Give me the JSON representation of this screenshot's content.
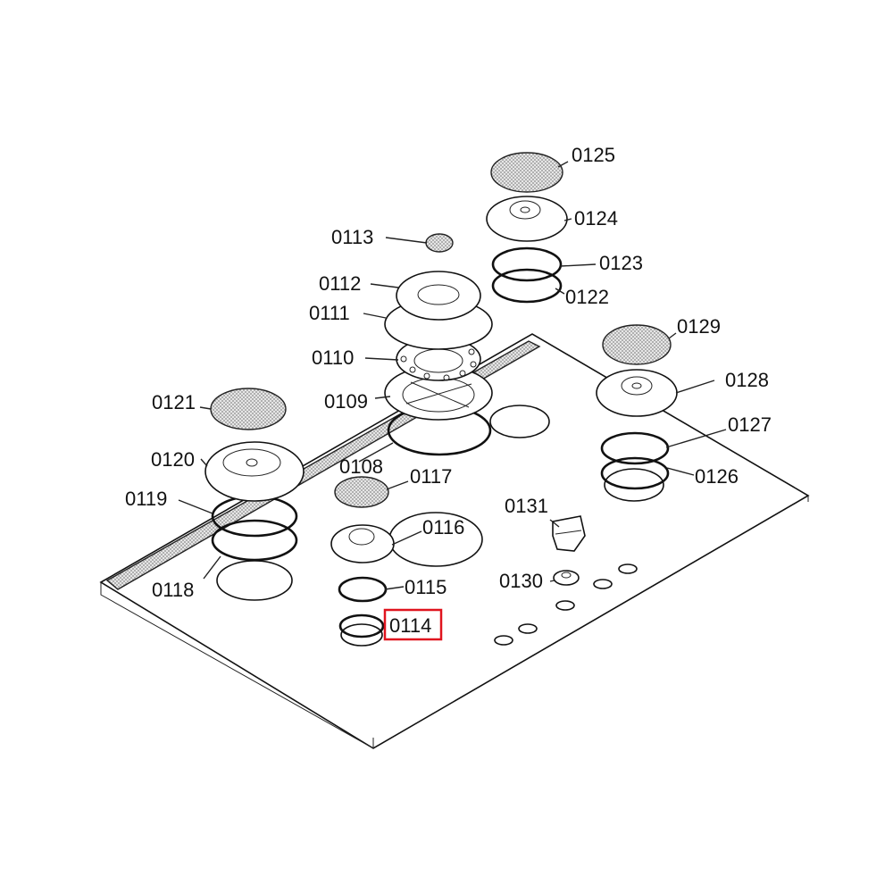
{
  "labels": {
    "p0108": "0108",
    "p0109": "0109",
    "p0110": "0110",
    "p0111": "0111",
    "p0112": "0112",
    "p0113": "0113",
    "p0114": "0114",
    "p0115": "0115",
    "p0116": "0116",
    "p0117": "0117",
    "p0118": "0118",
    "p0119": "0119",
    "p0120": "0120",
    "p0121": "0121",
    "p0122": "0122",
    "p0123": "0123",
    "p0124": "0124",
    "p0125": "0125",
    "p0126": "0126",
    "p0127": "0127",
    "p0128": "0128",
    "p0129": "0129",
    "p0130": "0130",
    "p0131": "0131"
  },
  "highlighted_part": "0114",
  "colors": {
    "highlight": "#e0141e",
    "line": "#111111",
    "stipple": "#9a9a9a"
  }
}
